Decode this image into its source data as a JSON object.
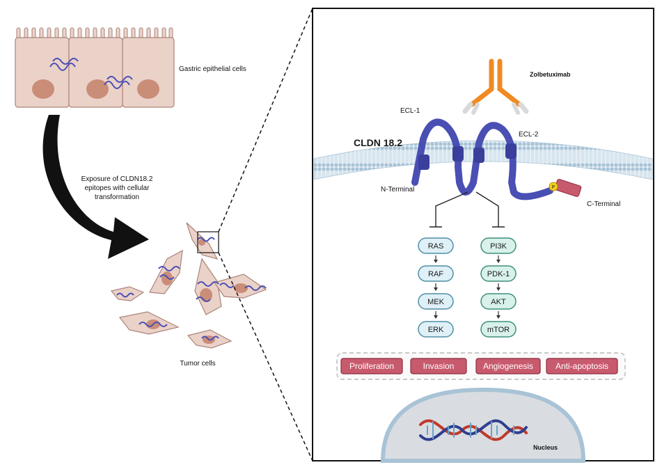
{
  "left_panel": {
    "gastric_label": "Gastric epithelial cells",
    "exposure_label_lines": [
      "Exposure of CLDN18.2",
      "epitopes with cellular",
      "transformation"
    ],
    "tumor_label": "Tumor cells"
  },
  "right_panel": {
    "drug_label": "Zolbetuximab",
    "protein_label": "CLDN 18.2",
    "ecl1_label": "ECL-1",
    "ecl2_label": "ECL-2",
    "n_terminal_label": "N-Terminal",
    "c_terminal_label": "C-Terminal",
    "phospho_label": "P",
    "pathway_left": [
      "RAS",
      "RAF",
      "MEK",
      "ERK"
    ],
    "pathway_right": [
      "PI3K",
      "PDK-1",
      "AKT",
      "mTOR"
    ],
    "outcomes": [
      "Proliferation",
      "Invasion",
      "Angiogenesis",
      "Anti-apoptosis"
    ],
    "nucleus_label": "Nucleus"
  },
  "colors": {
    "claudin": "#4a4fb4",
    "cell_fill": "#ebd2c9",
    "nucleus_fill": "#c98d78",
    "antibody": "#f08a23",
    "outcome_fill": "#c85a6e"
  }
}
